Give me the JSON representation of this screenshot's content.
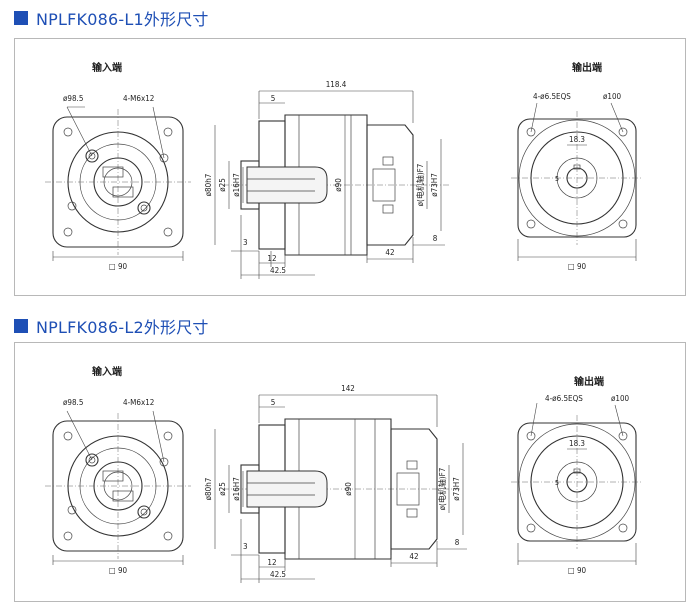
{
  "sections": [
    {
      "title": "NPLFK086-L1外形尺寸",
      "labels": {
        "input_end": "输入端",
        "output_end": "输出端",
        "pcd_in": "ø98.5",
        "bolt_in": "4-M6x12",
        "square_in": "□ 90",
        "total_len": "118.4",
        "dim_5": "5",
        "dim_3": "3",
        "dim_12": "12",
        "dim_42_5": "42.5",
        "dim_42": "42",
        "dim_8": "8",
        "dia_80h7": "ø80h7",
        "dia_25": "ø25",
        "dia_16h7": "ø16H7",
        "dia_90": "ø90",
        "dia_motor": "ø(电机轴)F7",
        "dia_73h7": "ø73H7",
        "bolt_out": "4-ø6.5EQS",
        "dia_100": "ø100",
        "dim_18_3": "18.3",
        "dim_5_out": "5",
        "square_out": "□ 90"
      }
    },
    {
      "title": "NPLFK086-L2外形尺寸",
      "labels": {
        "input_end": "输入端",
        "output_end": "输出端",
        "pcd_in": "ø98.5",
        "bolt_in": "4-M6x12",
        "square_in": "□ 90",
        "total_len": "142",
        "dim_5": "5",
        "dim_3": "3",
        "dim_12": "12",
        "dim_42_5": "42.5",
        "dim_42": "42",
        "dim_8": "8",
        "dia_80h7": "ø80h7",
        "dia_25": "ø25",
        "dia_16h7": "ø16H7",
        "dia_90": "ø90",
        "dia_motor": "ø(电机轴)F7",
        "dia_73h7": "ø73H7",
        "bolt_out": "4-ø6.5EQS",
        "dia_100": "ø100",
        "dim_18_3": "18.3",
        "dim_5_out": "5",
        "square_out": "□ 90"
      }
    }
  ]
}
